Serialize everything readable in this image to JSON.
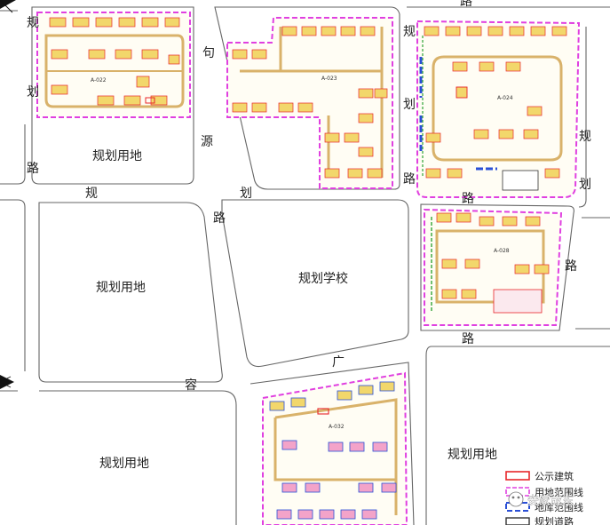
{
  "roads": {
    "gou_yuan_lu": [
      "句",
      "源",
      "路"
    ],
    "gui_hua_lu_west": [
      "规",
      "划",
      "路"
    ],
    "gui_hua_lu_mid": [
      "规",
      "划",
      "路"
    ],
    "gui_hua_lu_right": [
      "规",
      "划",
      "路"
    ],
    "gui_hua_lu_far_right": [
      "规",
      "划"
    ],
    "guang_rong_lu": [
      "广",
      "容"
    ],
    "lu_top": "路",
    "lu_a028": "路",
    "lu_east": "路"
  },
  "plots": {
    "planned_land_1": "规划用地",
    "planned_land_2": "规划用地",
    "planned_school": "规划学校",
    "planned_land_3": "规划用地",
    "planned_land_4": "规划用地"
  },
  "parcels": {
    "a022": "A-022",
    "a023": "A-023",
    "a024": "A-024",
    "a028": "A-028",
    "a032": "A-032"
  },
  "legend": {
    "items": [
      {
        "label": "公示建筑",
        "color": "#e8262a"
      },
      {
        "label": "用地范围线",
        "color": "#e040e0"
      },
      {
        "label": "地库范围线",
        "color": "#2a4fd6"
      },
      {
        "label": "规划道路",
        "color": "#333333"
      }
    ]
  },
  "watermark": "安家成东",
  "colors": {
    "parcel_boundary": "#e040e0",
    "road_edge": "#555555",
    "internal_road": "#d9b26a",
    "building_fill": "#f2d76b",
    "building_accent": "#e8262a",
    "building_pink": "#f3a3c9",
    "garage": "#2a4fd6",
    "green": "#4cb050"
  }
}
